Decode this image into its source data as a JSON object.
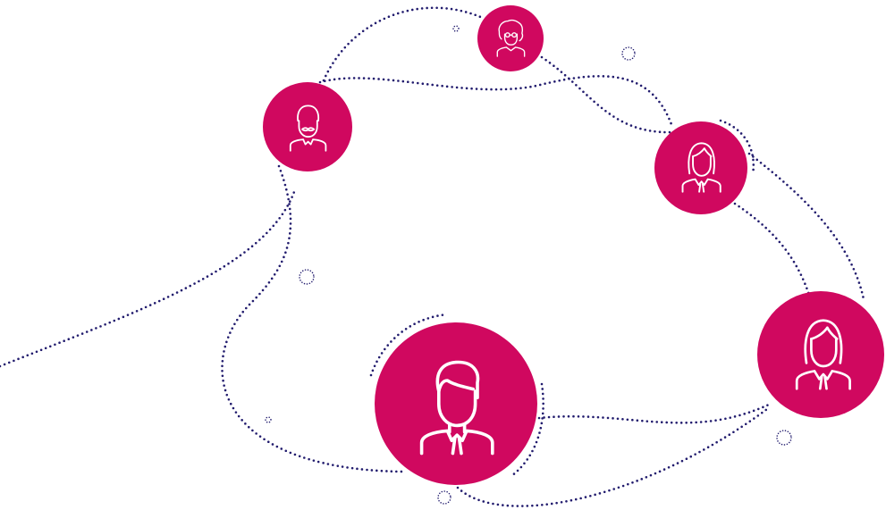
{
  "colors": {
    "avatar_fill": "#d0085f",
    "connector_dots": "#221c6e",
    "icon_stroke": "#ffffff",
    "background": "#ffffff"
  },
  "nodes": [
    {
      "id": "center",
      "icon": "man-short-hair-icon"
    },
    {
      "id": "right",
      "icon": "woman-ponytail-icon"
    },
    {
      "id": "top-right",
      "icon": "woman-long-hair-icon"
    },
    {
      "id": "left",
      "icon": "man-mustache-icon"
    },
    {
      "id": "top",
      "icon": "woman-curly-hair-glasses-icon"
    }
  ]
}
